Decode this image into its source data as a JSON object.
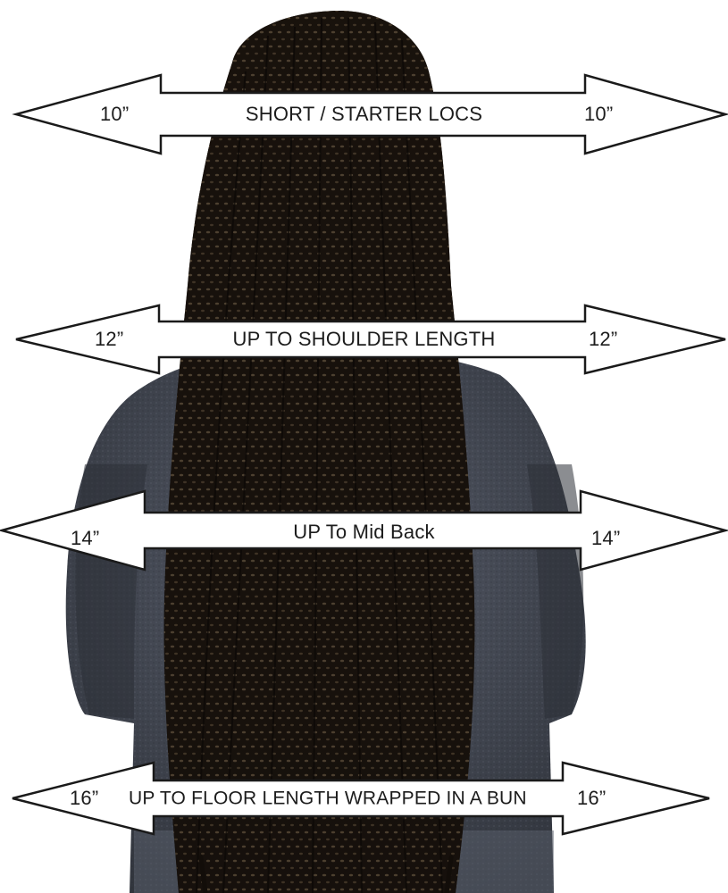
{
  "image": {
    "subject": "back view of person with long twisted locs wearing grey long-sleeve top",
    "colors": {
      "background": "#ffffff",
      "hair": "#1a140f",
      "hair_highlight": "#5a4a36",
      "shirt": "#4b5060",
      "shirt_dark": "#33373f",
      "arrow_fill": "#ffffff",
      "arrow_stroke": "#1a1a1a",
      "text": "#1c1c1c"
    }
  },
  "arrows": [
    {
      "left_measure": "10”",
      "label": "SHORT / STARTER LOCS",
      "right_measure": "10”"
    },
    {
      "left_measure": "12”",
      "label": "UP TO  SHOULDER LENGTH",
      "right_measure": "12”"
    },
    {
      "left_measure": "14”",
      "label": "UP To  Mid Back",
      "right_measure": "14”"
    },
    {
      "left_measure": "16”",
      "label": "UP TO FLOOR LENGTH WRAPPED IN A  BUN",
      "right_measure": "16”"
    }
  ]
}
